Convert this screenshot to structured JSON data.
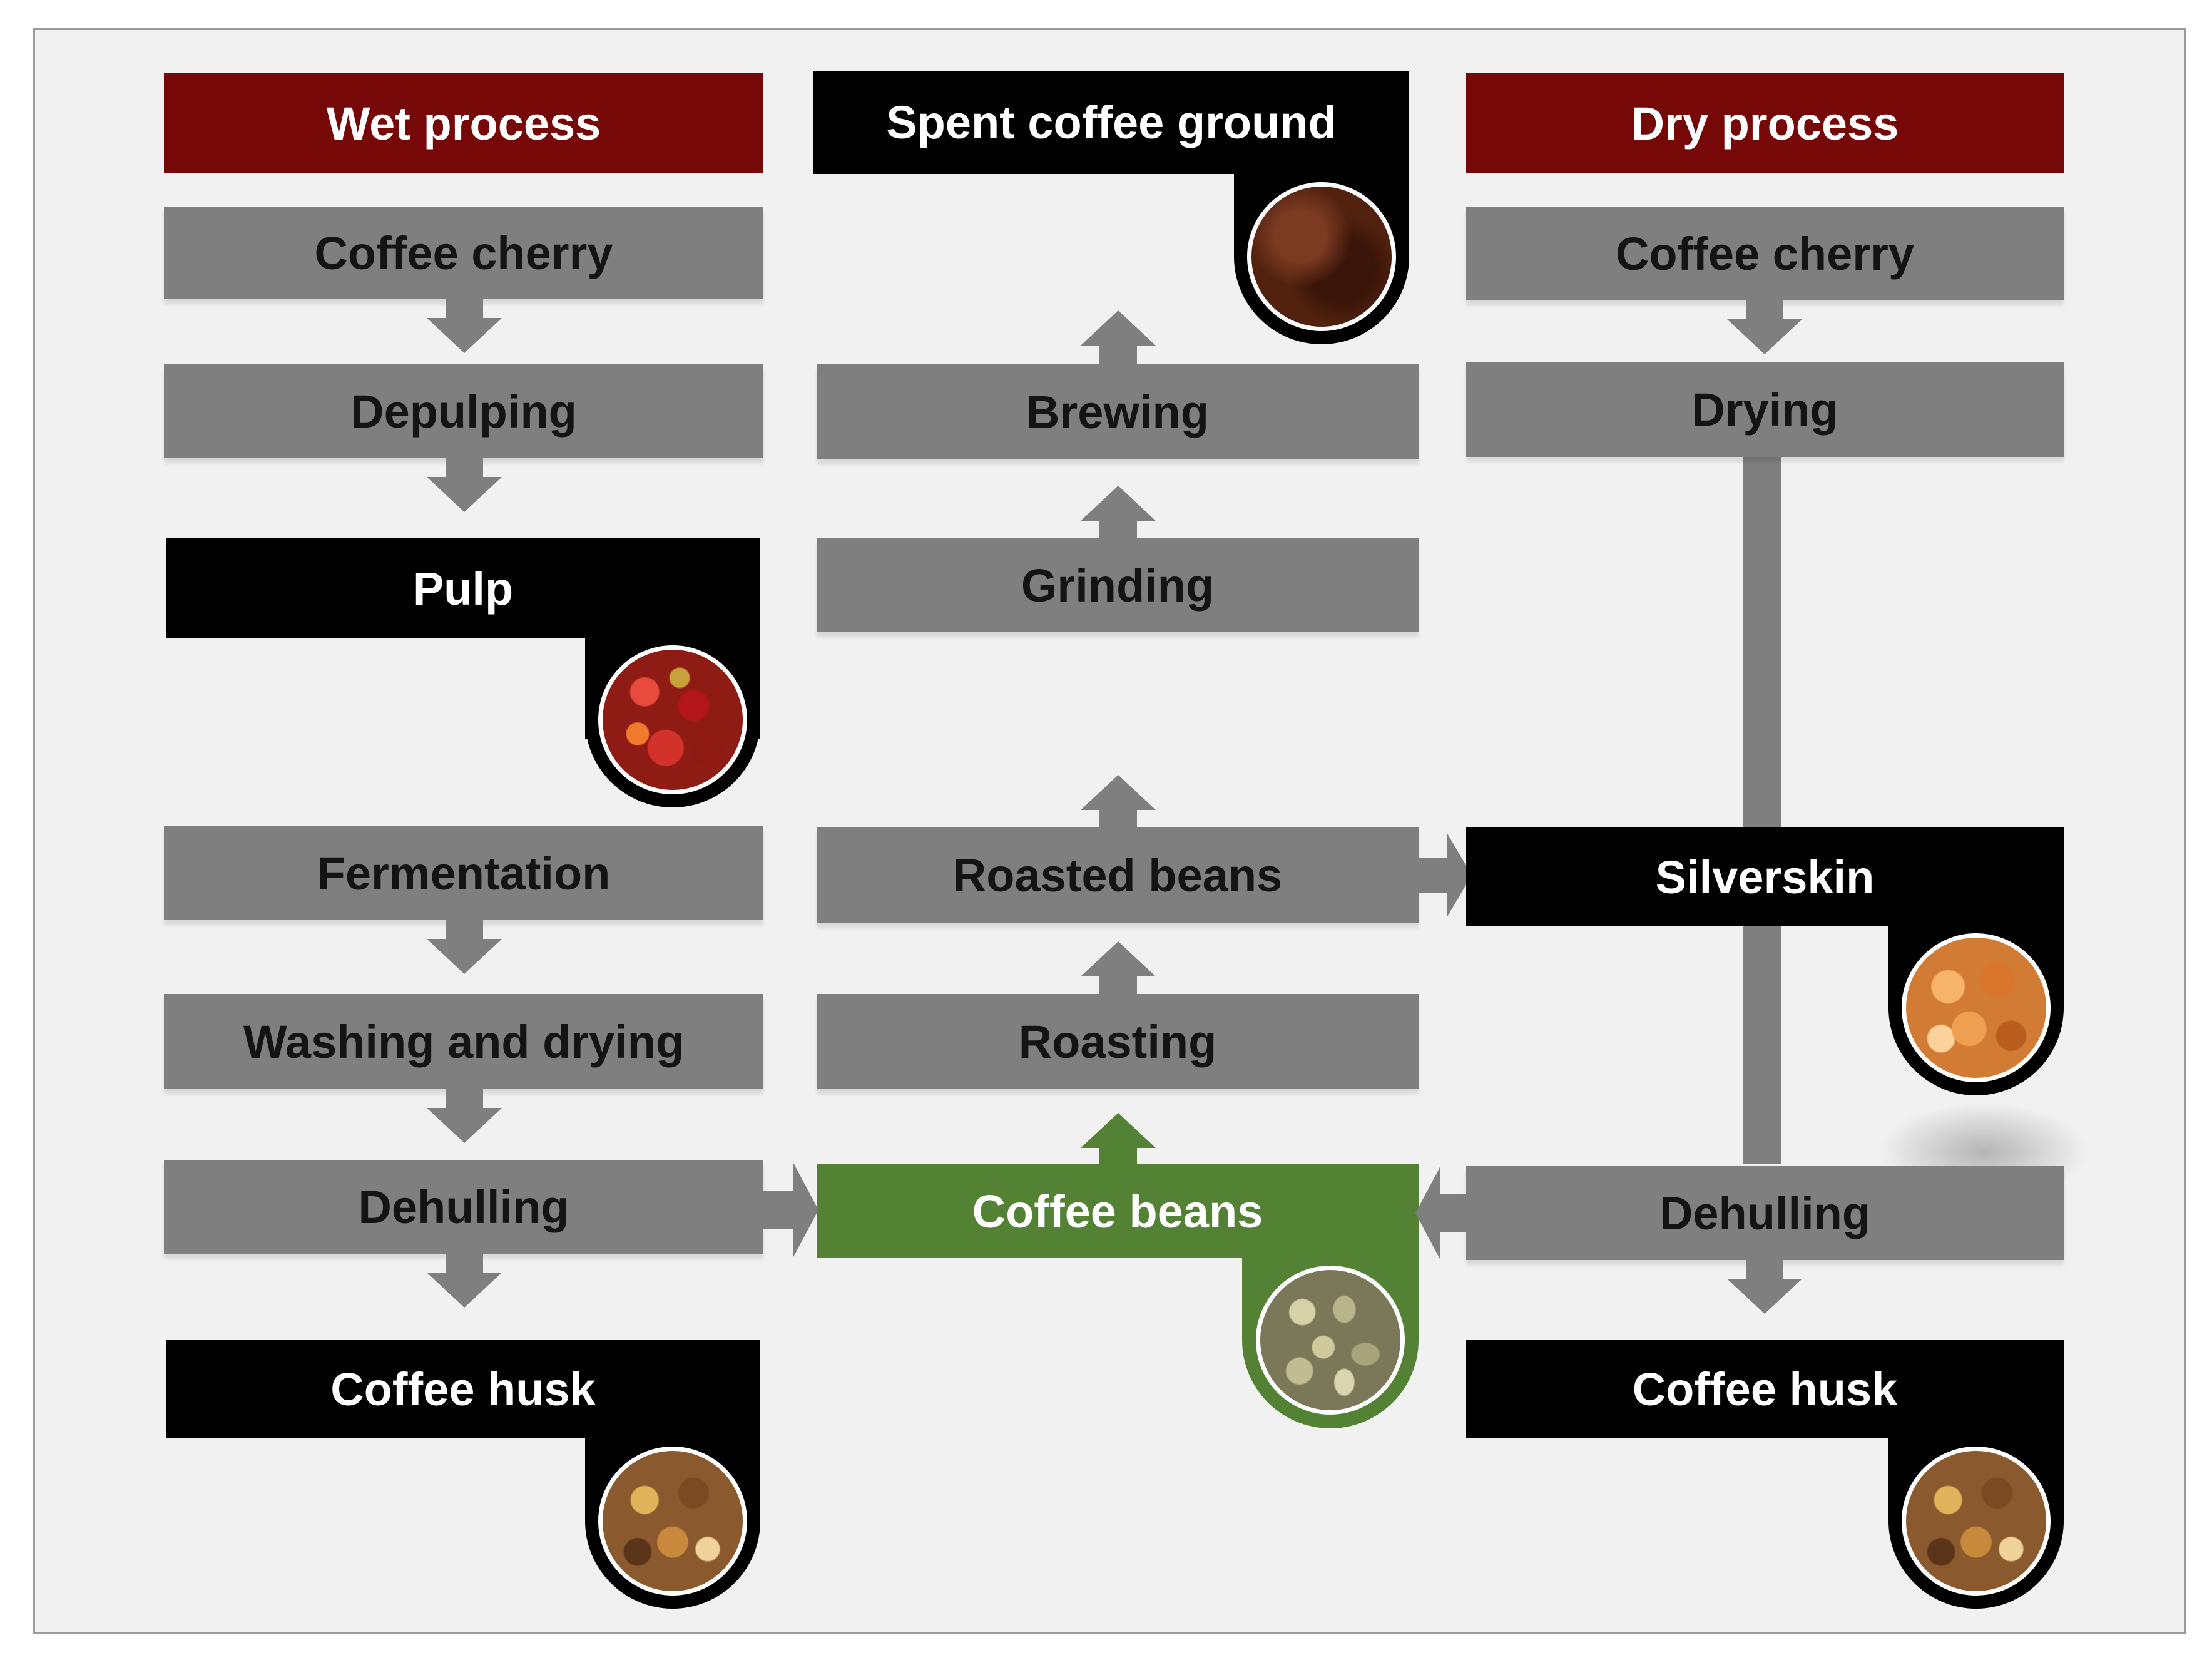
{
  "headers": {
    "wet": "Wet process",
    "spent": "Spent coffee ground",
    "dry": "Dry process"
  },
  "wet_steps": {
    "cherry": "Coffee cherry",
    "depulping": "Depulping",
    "pulp": "Pulp",
    "fermentation": "Fermentation",
    "washing": "Washing and drying",
    "dehulling": "Dehulling",
    "husk": "Coffee husk"
  },
  "center_steps": {
    "brewing": "Brewing",
    "grinding": "Grinding",
    "roasted": "Roasted beans",
    "roasting": "Roasting",
    "beans": "Coffee beans"
  },
  "dry_steps": {
    "cherry": "Coffee cherry",
    "drying": "Drying",
    "silverskin": "Silverskin",
    "dehulling": "Dehulling",
    "husk": "Coffee husk"
  },
  "colors": {
    "process_header": "#760808",
    "step": "#7f7f7f",
    "byproduct": "#000000",
    "coffee_beans": "#548235",
    "background": "#f1f1f1"
  },
  "icons": {
    "pulp": "coffee-pulp-photo",
    "spent": "spent-coffee-ground-photo",
    "beans": "green-coffee-beans-photo",
    "silverskin": "silverskin-photo",
    "husk": "coffee-husk-photo"
  }
}
